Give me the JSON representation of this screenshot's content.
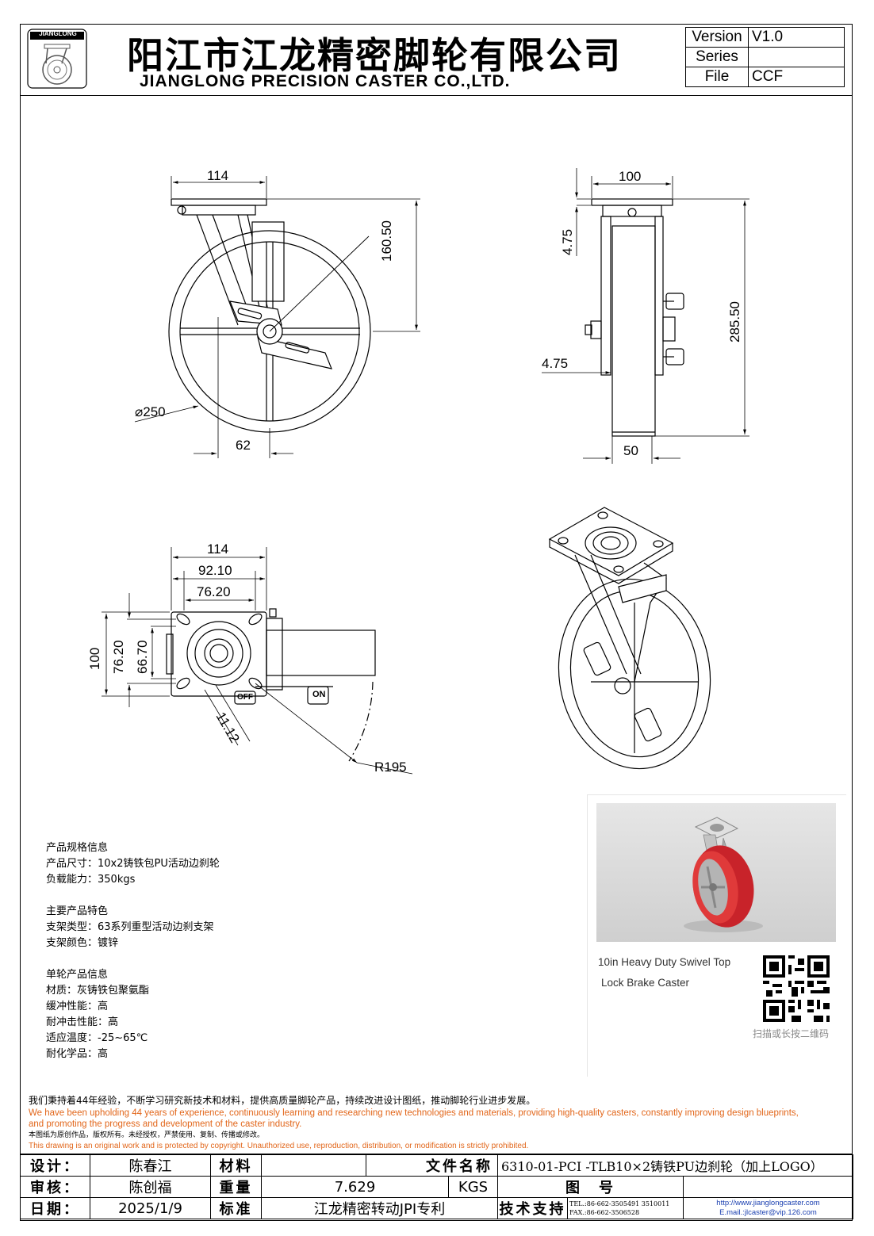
{
  "header": {
    "company_cn": "阳江市江龙精密脚轮有限公司",
    "company_en": "JIANGLONG PRECISION CASTER CO.,LTD.",
    "logo_text": "JIANGLONG",
    "version_label": "Version",
    "version_value": "V1.0",
    "series_label": "Series",
    "series_value": "",
    "file_label": "File",
    "file_value": "CCF"
  },
  "dimensions": {
    "side_top_width": "114",
    "side_height": "160.50",
    "side_diameter": "⌀250",
    "side_offset": "62",
    "front_top_width": "100",
    "front_plate_thk": "4.75",
    "front_axle_thk": "4.75",
    "front_height": "285.50",
    "front_wheel_width": "50",
    "top_width_114": "114",
    "top_width_92": "92.10",
    "top_width_76": "76.20",
    "top_height_100": "100",
    "top_height_76": "76.20",
    "top_height_66": "66.70",
    "top_hole": "11.12",
    "top_radius": "R195",
    "brake_off": "OFF",
    "brake_on": "ON"
  },
  "specs": {
    "section1_title": "产品规格信息",
    "size": "产品尺寸：10x2铸铁包PU活动边刹轮",
    "load": "负载能力：350kgs",
    "section2_title": "主要产品特色",
    "bracket_type": "支架类型：63系列重型活动边刹支架",
    "bracket_color": "支架颜色：镀锌",
    "section3_title": "单轮产品信息",
    "material": "材质：灰铸铁包聚氨酯",
    "cushion": "缓冲性能：高",
    "impact": "耐冲击性能：高",
    "temperature": "适应温度：-25~65℃",
    "chemical": "耐化学品：高"
  },
  "photo": {
    "caption_line1": "10in Heavy Duty Swivel Top",
    "caption_line2": "Lock Brake Caster",
    "qr_caption": "扫描或长按二维码",
    "colors": {
      "wheel": "#c8232a",
      "bracket": "#bdbdbd",
      "background": "#d9d9d9"
    }
  },
  "statement": {
    "cn": "我们秉持着44年经验，不断学习研究新技术和材料，提供高质量脚轮产品，持续改进设计图纸，推动脚轮行业进步发展。",
    "en_line1": "We have been upholding 44 years of experience, continuously learning and researching new technologies and materials, providing high-quality casters, constantly improving design blueprints,",
    "en_line2": "and promoting the progress and development of the caster industry.",
    "copyright_cn": "本图纸为原创作品，版权所有。未经授权，严禁使用、复制、传播或修改。",
    "copyright_en": "This drawing is an original work and is protected by copyright. Unauthorized use, reproduction, distribution, or modification is strictly prohibited."
  },
  "title_block": {
    "design_label": "设计：",
    "design_value": "陈春江",
    "material_label": "材料",
    "material_value": "",
    "filename_label": "文件名称",
    "filename_value": "6310-01-PCI -TLB10×2铸铁PU边刹轮（加上LOGO）",
    "review_label": "审核：",
    "review_value": "陈创福",
    "weight_label": "重量",
    "weight_value": "7.629",
    "weight_unit": "KGS",
    "drawing_no_label": "图　号",
    "drawing_no_value": "",
    "date_label": "日期：",
    "date_value": "2025/1/9",
    "standard_label": "标准",
    "standard_value": "江龙精密转动JPI专利",
    "support_label": "技术支持",
    "tel": "TEL.:86-662-3505491 3510011",
    "fax": "FAX.:86-662-3506528",
    "website": "http://www.jianglongcaster.com",
    "email": "E.mail.:jlcaster@vip.126.com"
  }
}
